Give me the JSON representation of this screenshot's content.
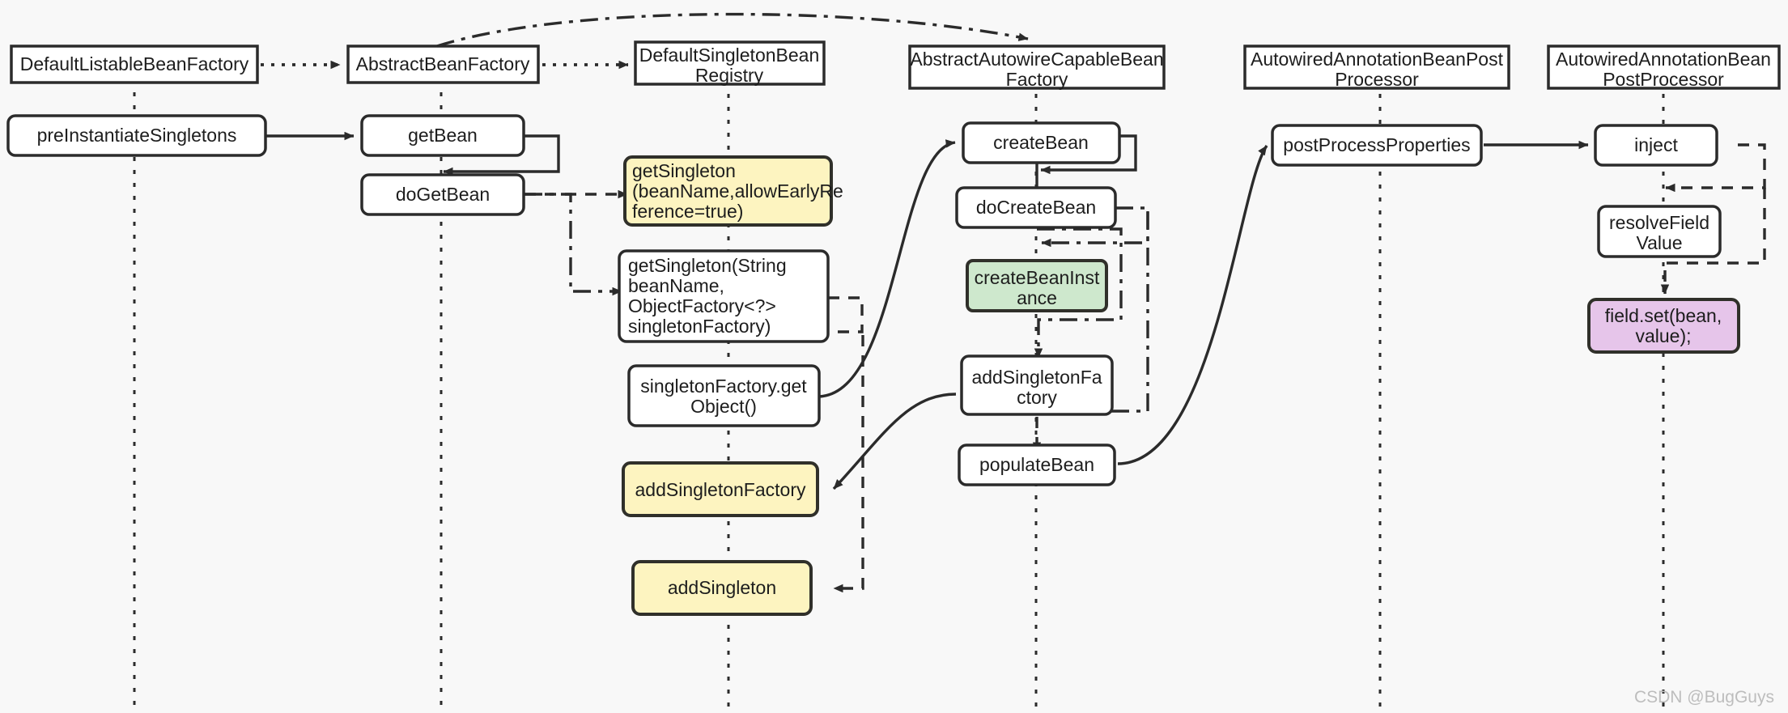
{
  "diagram": {
    "title": "Spring Bean creation sequence diagram",
    "watermark": "CSDN @BugGuys",
    "background_color": "#f8f8f8",
    "colors": {
      "yellow": "#fdf4c0",
      "green": "#cee8cd",
      "purple": "#e6c5ea",
      "white": "#ffffff",
      "stroke": "#2b2b2b"
    },
    "participants": [
      {
        "id": "p1",
        "label_line1": "DefaultListableBeanFactory",
        "label_line2": ""
      },
      {
        "id": "p2",
        "label_line1": "AbstractBeanFactory",
        "label_line2": ""
      },
      {
        "id": "p3",
        "label_line1": "DefaultSingletonBean",
        "label_line2": "Registry"
      },
      {
        "id": "p4",
        "label_line1": "AbstractAutowireCapableBean",
        "label_line2": "Factory"
      },
      {
        "id": "p5",
        "label_line1": "AutowiredAnnotationBeanPost",
        "label_line2": "Processor"
      },
      {
        "id": "p6",
        "label_line1": "AutowiredAnnotationBean",
        "label_line2": "PostProcessor"
      }
    ],
    "activations": [
      {
        "id": "a1",
        "participant": "p1",
        "color": "white",
        "lines": [
          "preInstantiateSingletons"
        ]
      },
      {
        "id": "a2",
        "participant": "p2",
        "color": "white",
        "lines": [
          "getBean"
        ]
      },
      {
        "id": "a3",
        "participant": "p2",
        "color": "white",
        "lines": [
          "doGetBean"
        ]
      },
      {
        "id": "a4",
        "participant": "p3",
        "color": "yellow",
        "lines": [
          "getSingleton",
          "(beanName,allowEarlyRe",
          "ference=true)"
        ]
      },
      {
        "id": "a5",
        "participant": "p3",
        "color": "white",
        "lines": [
          "getSingleton(String",
          "beanName,",
          "ObjectFactory<?>",
          "singletonFactory)"
        ]
      },
      {
        "id": "a6",
        "participant": "p3",
        "color": "white",
        "lines": [
          "singletonFactory.get",
          "Object()"
        ]
      },
      {
        "id": "a7",
        "participant": "p3",
        "color": "yellow",
        "lines": [
          "addSingletonFactory"
        ]
      },
      {
        "id": "a8",
        "participant": "p3",
        "color": "yellow",
        "lines": [
          "addSingleton"
        ]
      },
      {
        "id": "a9",
        "participant": "p4",
        "color": "white",
        "lines": [
          "createBean"
        ]
      },
      {
        "id": "a10",
        "participant": "p4",
        "color": "white",
        "lines": [
          "doCreateBean"
        ]
      },
      {
        "id": "a11",
        "participant": "p4",
        "color": "green",
        "lines": [
          "createBeanInst",
          "ance"
        ]
      },
      {
        "id": "a12",
        "participant": "p4",
        "color": "white",
        "lines": [
          "addSingletonFa",
          "ctory"
        ]
      },
      {
        "id": "a13",
        "participant": "p4",
        "color": "white",
        "lines": [
          "populateBean"
        ]
      },
      {
        "id": "a14",
        "participant": "p5",
        "color": "white",
        "lines": [
          "postProcessProperties"
        ]
      },
      {
        "id": "a15",
        "participant": "p6",
        "color": "white",
        "lines": [
          "inject"
        ]
      },
      {
        "id": "a16",
        "participant": "p6",
        "color": "white",
        "lines": [
          "resolveField",
          "Value"
        ]
      },
      {
        "id": "a17",
        "participant": "p6",
        "color": "purple",
        "lines": [
          "field.set(bean,",
          "value);"
        ]
      }
    ],
    "messages": [
      {
        "from": "p1",
        "to": "p2",
        "style": "dotted",
        "label": ""
      },
      {
        "from": "p2",
        "to": "p3",
        "style": "dotted",
        "label": ""
      },
      {
        "from": "p2",
        "to": "p4",
        "style": "dashdot",
        "label": ""
      },
      {
        "from": "a1",
        "to": "a2",
        "style": "solid",
        "label": ""
      },
      {
        "from": "a2",
        "to": "a3",
        "style": "solid",
        "label": ""
      },
      {
        "from": "a3",
        "to": "a4",
        "style": "dashed",
        "label": ""
      },
      {
        "from": "a3",
        "to": "a5",
        "style": "dashdot",
        "label": ""
      },
      {
        "from": "a5",
        "to": "a6",
        "style": "dashed",
        "label": ""
      },
      {
        "from": "a6",
        "to": "a9",
        "style": "solid",
        "label": ""
      },
      {
        "from": "a9",
        "to": "a10",
        "style": "solid",
        "label": ""
      },
      {
        "from": "a10",
        "to": "a11",
        "style": "dashdot",
        "label": ""
      },
      {
        "from": "a11",
        "to": "a12",
        "style": "dashed",
        "label": ""
      },
      {
        "from": "a12",
        "to": "a7",
        "style": "solid",
        "label": ""
      },
      {
        "from": "a12",
        "to": "a13",
        "style": "dashed",
        "label": ""
      },
      {
        "from": "a13",
        "to": "a14",
        "style": "solid",
        "label": ""
      },
      {
        "from": "a14",
        "to": "a15",
        "style": "solid",
        "label": ""
      },
      {
        "from": "a15",
        "to": "a16",
        "style": "dashed",
        "label": ""
      },
      {
        "from": "a16",
        "to": "a17",
        "style": "dashed",
        "label": ""
      },
      {
        "from": "a17",
        "to": "a8",
        "style": "dashed",
        "label": ""
      }
    ]
  }
}
